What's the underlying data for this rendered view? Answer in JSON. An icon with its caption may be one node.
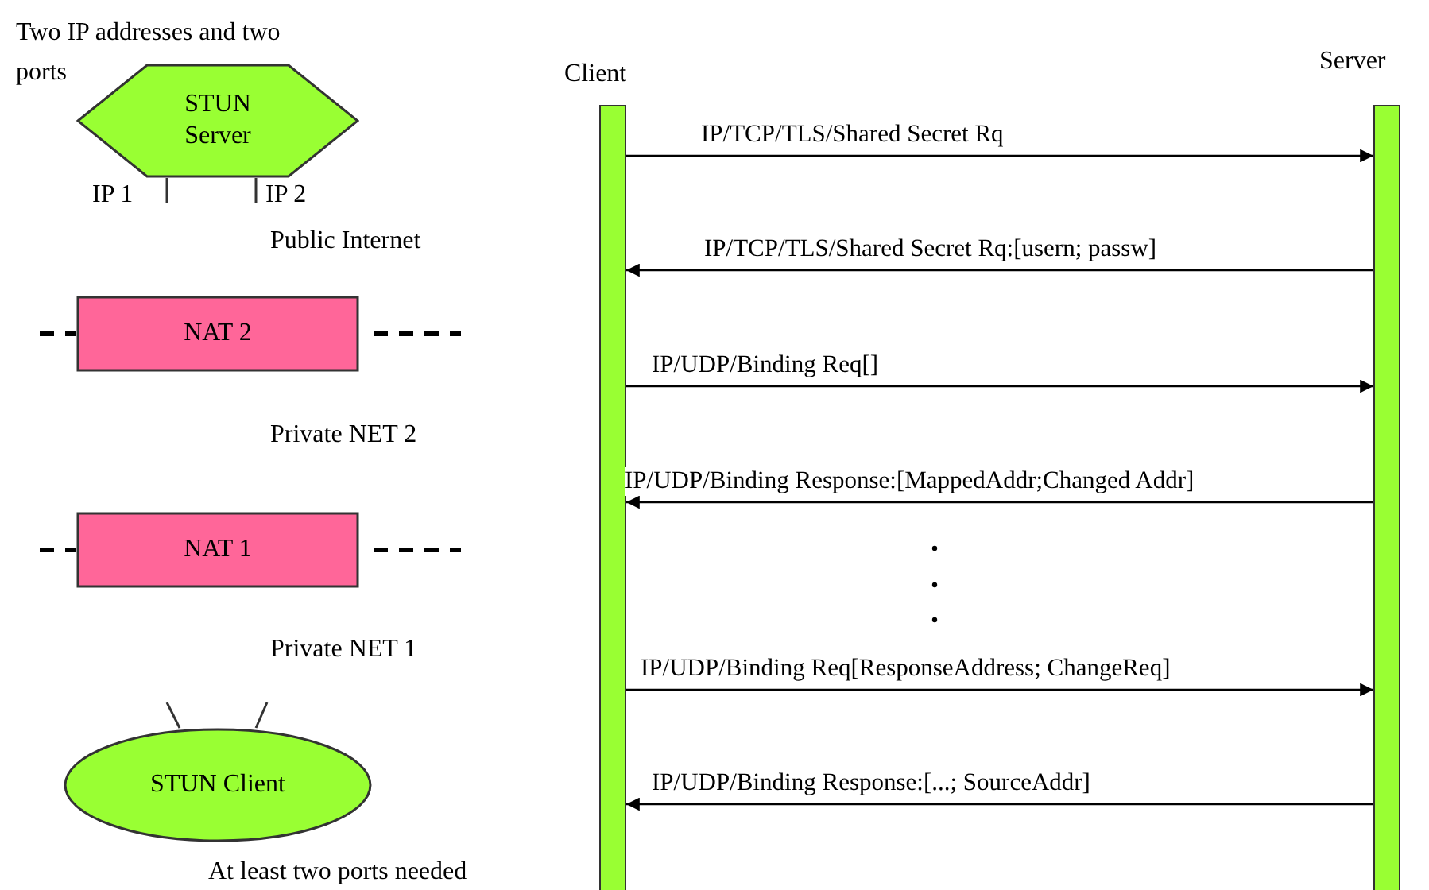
{
  "diagram": {
    "nodes": [
      {
        "text": [
          "STUN Server"
        ]
      },
      {
        "text": [
          "NAT 2"
        ]
      },
      {
        "text": [
          "NAT 1"
        ]
      },
      {
        "text": [
          "STUN Client"
        ]
      },
      {
        "text": [
          "Client"
        ]
      },
      {
        "text": [
          "Server"
        ]
      }
    ],
    "edges": [
      {
        "from": 4,
        "to": 5,
        "arrow": "to",
        "label": "IP/TCP/TLS/Shared Secret Rq"
      },
      {
        "from": 5,
        "to": 4,
        "arrow": "to",
        "label": "IP/TCP/TLS/Shared Secret Rq:[usern; passw]"
      },
      {
        "from": 4,
        "to": 5,
        "arrow": "to",
        "label": "IP/UDP/Binding Req[]"
      },
      {
        "from": 5,
        "to": 4,
        "arrow": "to",
        "label": "IP/UDP/Binding Response:[MappedAddr;Changed Addr]"
      },
      {
        "from": 4,
        "to": 5,
        "arrow": "to",
        "label": "IP/UDP/Binding Req[ResponseAddress; ChangeReq]"
      },
      {
        "from": 5,
        "to": 4,
        "arrow": "to",
        "label": "IP/UDP/Binding Response:[...; SourceAddr]"
      }
    ],
    "labels": [
      "Two IP addresses and two ports",
      "IP 1",
      "IP 2",
      "Public Internet",
      "Private NET 2",
      "Private NET 1",
      "At least two ports needed"
    ]
  }
}
